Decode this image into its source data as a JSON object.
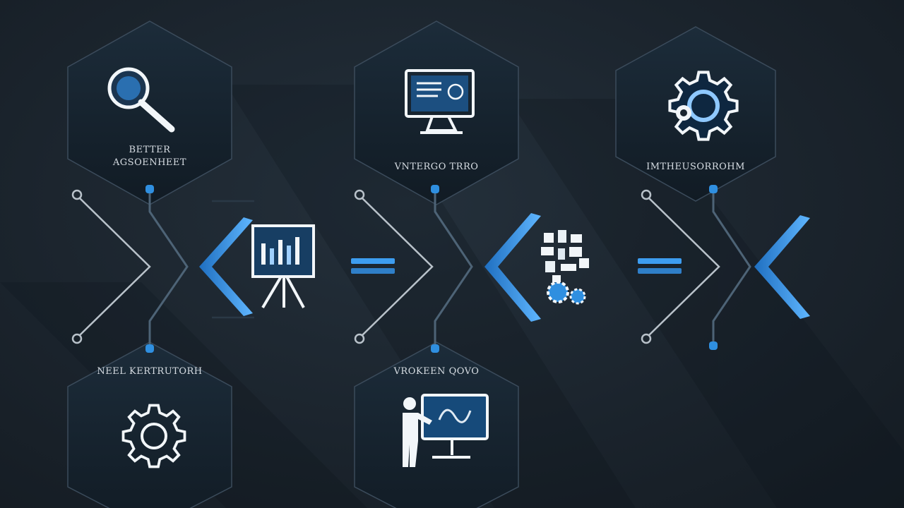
{
  "colors": {
    "background": "#1b242d",
    "panel": "#16232f",
    "panel_edge": "#3a4a5a",
    "accent": "#2f8fe0",
    "icon": "#eef3f7",
    "line": "#b9c2ca"
  },
  "steps": [
    {
      "label_1": "BETTER",
      "label_2": "AGSOENHEET",
      "icon": "magnifier-icon"
    },
    {
      "label_1": "VNTERGO TRRO",
      "icon": "monitor-icon"
    },
    {
      "label_1": "IMTHEUSORROHM",
      "icon": "gear-icon"
    },
    {
      "label_1": "NEEL KERTRUTORH",
      "icon": "gear-icon"
    },
    {
      "label_1": "VROKEEN QOVO",
      "icon": "presenter-icon"
    }
  ],
  "connectors": [
    {
      "icon": "presentation-board-icon"
    },
    {
      "icon": "puzzle-gears-icon"
    },
    {
      "icon": "chevron-icon"
    }
  ]
}
